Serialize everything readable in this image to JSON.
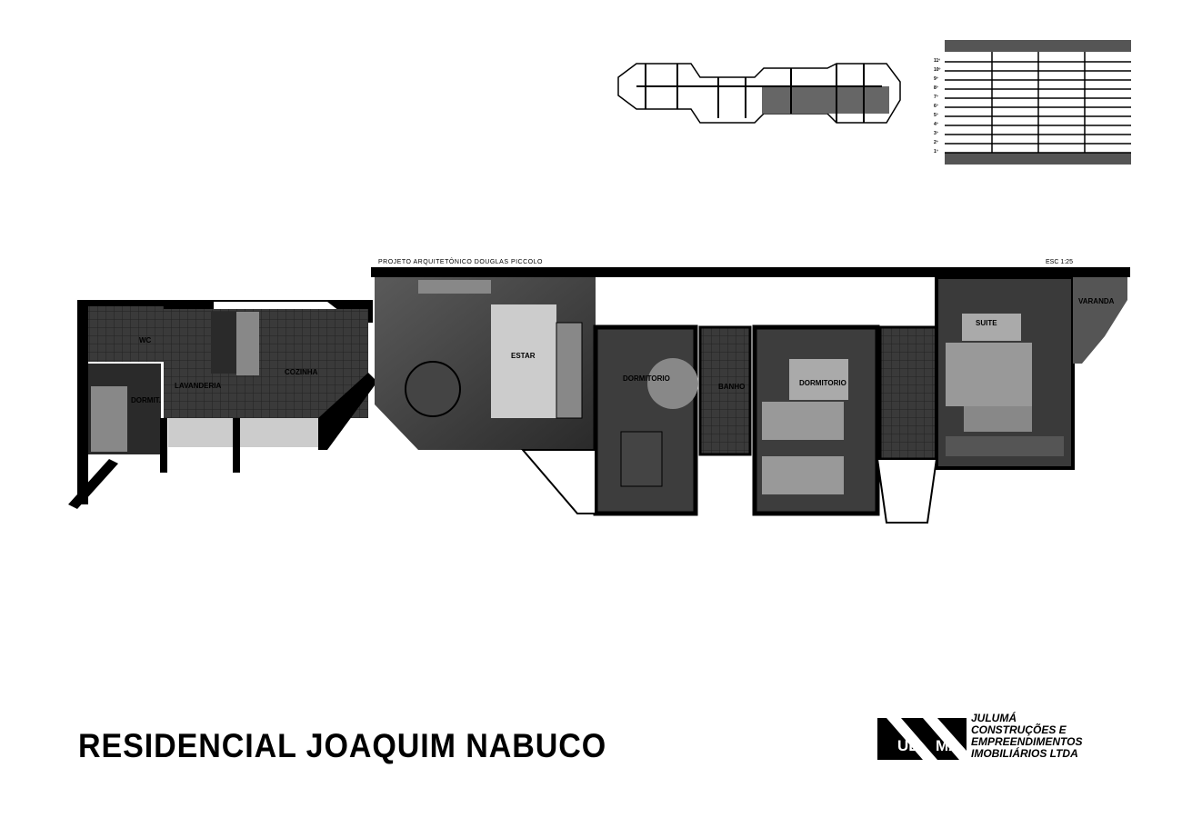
{
  "title": "RESIDENCIAL JOAQUIM NABUCO",
  "credit": "PROJETO ARQUITETÔNICO  DOUGLAS PICCOLO",
  "scale": "ESC 1:25",
  "rooms": {
    "wc": "WC",
    "dormit": "DORMIT.",
    "lavanderia": "LAVANDERIA",
    "cozinha": "COZINHA",
    "estar": "ESTAR",
    "dormitorio1": "DORMITORIO",
    "banho": "BANHO",
    "dormitorio2": "DORMITORIO",
    "suite": "SUITE",
    "varanda": "VARANDA"
  },
  "floor_table": {
    "floors": [
      "11º",
      "10º",
      "9º",
      "8º",
      "7º",
      "6º",
      "5º",
      "4º",
      "3º",
      "2º",
      "1º"
    ]
  },
  "company": {
    "logo_letters": "UL MA",
    "lines": [
      "JULUMÁ",
      "CONSTRUÇÕES E",
      "EMPREENDIMENTOS",
      "IMOBILIÁRIOS LTDA"
    ]
  }
}
